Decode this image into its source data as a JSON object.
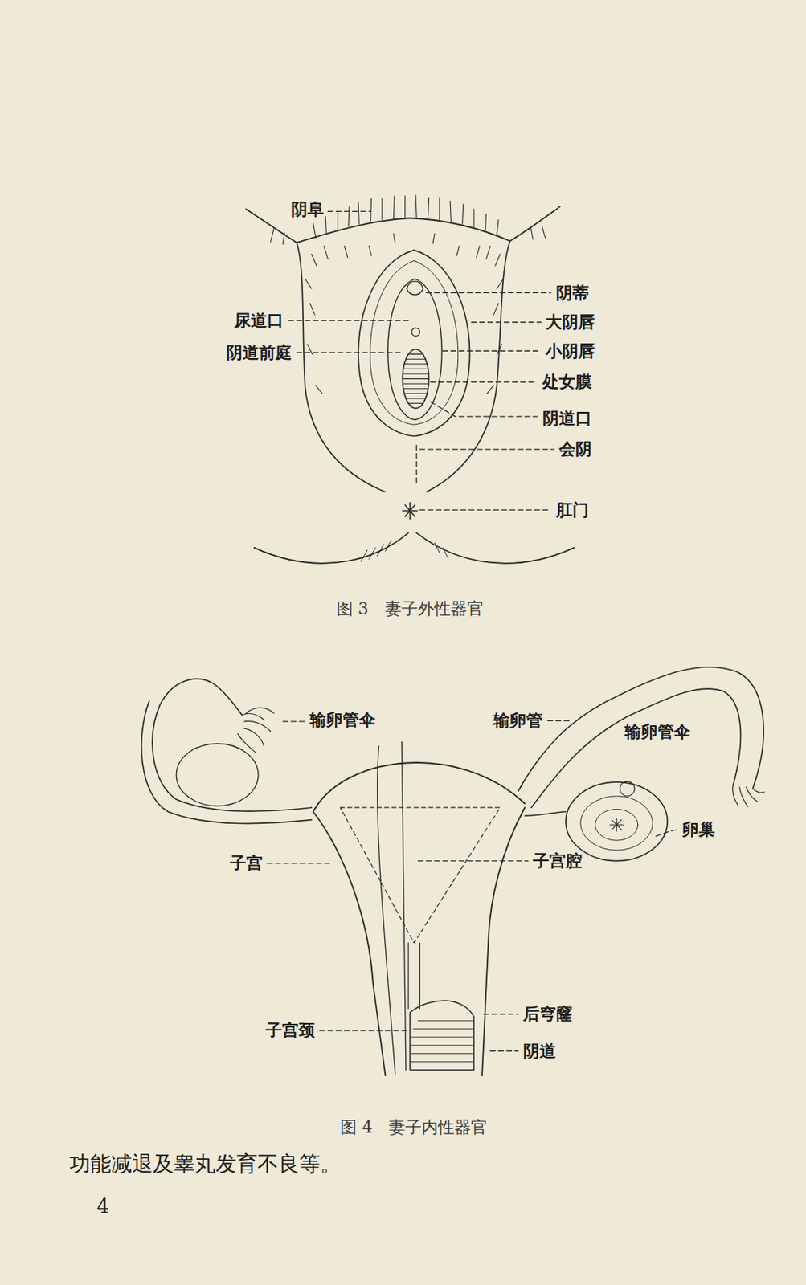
{
  "diagram": {
    "labels": [
      "阴阜",
      "阴蒂",
      "尿道口",
      "大阴唇",
      "阴道前庭",
      "小阴唇",
      "处女膜",
      "阴道口",
      "会阴",
      "肛门",
      "图 3　妻子外性器官",
      "输卵管伞",
      "输卵管",
      "输卵管伞",
      "卵巢",
      "子宫",
      "子宫腔",
      "后穹窿",
      "子宫颈",
      "阴道",
      "图 4　妻子内性器官",
      "功能减退及睾丸发育不良等。",
      "4"
    ]
  }
}
